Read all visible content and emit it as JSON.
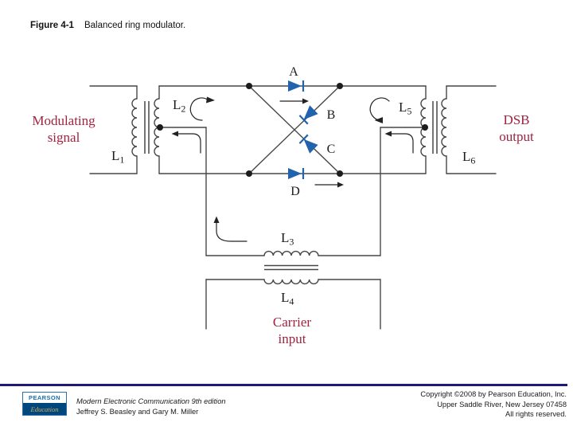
{
  "slide": {
    "title_label": "Figure 4-1",
    "title_caption": "Balanced ring modulator."
  },
  "diagram": {
    "texts": {
      "modulating1": "Modulating",
      "modulating2": "signal",
      "dsb1": "DSB",
      "dsb2": "output",
      "carrier1": "Carrier",
      "carrier2": "input",
      "diode_a": "A",
      "diode_b": "B",
      "diode_c": "C",
      "diode_d": "D"
    },
    "inductors": {
      "l1": {
        "base": "L",
        "sub": "1"
      },
      "l2": {
        "base": "L",
        "sub": "2"
      },
      "l3": {
        "base": "L",
        "sub": "3"
      },
      "l4": {
        "base": "L",
        "sub": "4"
      },
      "l5": {
        "base": "L",
        "sub": "5"
      },
      "l6": {
        "base": "L",
        "sub": "6"
      }
    },
    "colors": {
      "wire": "#474747",
      "diode_blue": "#2263ad",
      "signal_red": "#a02340",
      "label_black": "#1c1c1c",
      "footer_rule_navy": "#1e1b78"
    }
  },
  "footer": {
    "logo": {
      "line1": "PEARSON",
      "line2": "Education"
    },
    "book_title": "Modern Electronic Communication 9th edition",
    "book_authors": "Jeffrey S. Beasley and Gary M. Miller",
    "copyright1": "Copyright ©2008 by Pearson Education, Inc.",
    "copyright2": "Upper Saddle River, New Jersey 07458",
    "copyright3": "All rights reserved."
  }
}
